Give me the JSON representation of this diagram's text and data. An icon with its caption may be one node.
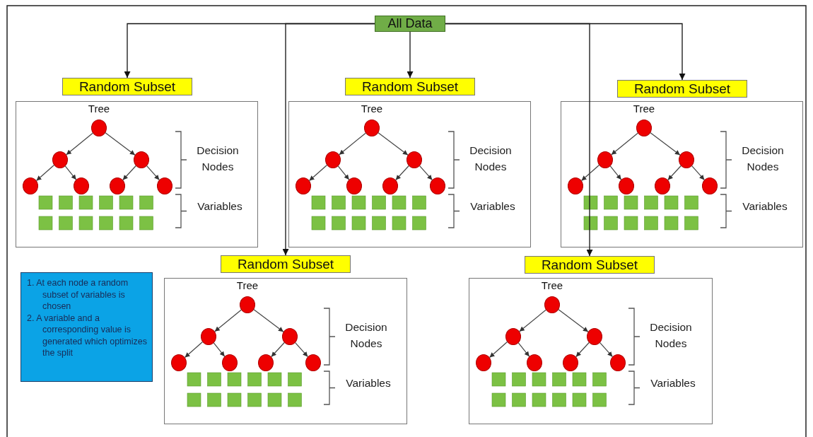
{
  "diagram": {
    "nodes": [
      {
        "text": [
          "All Data"
        ]
      },
      {
        "text": [
          "Random Subset"
        ]
      },
      {
        "text": [],
        "shape": "box"
      },
      {
        "text": [],
        "shape": "circle",
        "in": 2,
        "beside": [
          "Tree"
        ]
      },
      {
        "text": [],
        "shape": "circle",
        "in": 2
      },
      {
        "text": [],
        "shape": "circle",
        "in": 2
      },
      {
        "text": [],
        "shape": "circle",
        "in": 2
      },
      {
        "text": [],
        "shape": "circle",
        "in": 2
      },
      {
        "text": [],
        "shape": "circle",
        "in": 2
      },
      {
        "text": [],
        "shape": "circle",
        "in": 2
      },
      {
        "text": [
          "Random Subset"
        ]
      },
      {
        "text": [],
        "shape": "box"
      },
      {
        "text": [],
        "shape": "circle",
        "in": 11,
        "beside": [
          "Tree"
        ]
      },
      {
        "text": [],
        "shape": "circle",
        "in": 11
      },
      {
        "text": [],
        "shape": "circle",
        "in": 11
      },
      {
        "text": [],
        "shape": "circle",
        "in": 11
      },
      {
        "text": [],
        "shape": "circle",
        "in": 11
      },
      {
        "text": [],
        "shape": "circle",
        "in": 11
      },
      {
        "text": [],
        "shape": "circle",
        "in": 11
      },
      {
        "text": [
          "Random Subset"
        ]
      },
      {
        "text": [],
        "shape": "box"
      },
      {
        "text": [],
        "shape": "circle",
        "in": 20,
        "beside": [
          "Tree"
        ]
      },
      {
        "text": [],
        "shape": "circle",
        "in": 20
      },
      {
        "text": [],
        "shape": "circle",
        "in": 20
      },
      {
        "text": [],
        "shape": "circle",
        "in": 20
      },
      {
        "text": [],
        "shape": "circle",
        "in": 20
      },
      {
        "text": [],
        "shape": "circle",
        "in": 20
      },
      {
        "text": [],
        "shape": "circle",
        "in": 20
      },
      {
        "text": [
          "1. At each node a random subset of variables is chosen",
          "2. A variable and a corresponding value is generated which optimizes the split"
        ]
      },
      {
        "text": [
          "Random Subset"
        ]
      },
      {
        "text": [],
        "shape": "box"
      },
      {
        "text": [],
        "shape": "circle",
        "in": 30,
        "beside": [
          "Tree"
        ]
      },
      {
        "text": [],
        "shape": "circle",
        "in": 30
      },
      {
        "text": [],
        "shape": "circle",
        "in": 30
      },
      {
        "text": [],
        "shape": "circle",
        "in": 30
      },
      {
        "text": [],
        "shape": "circle",
        "in": 30
      },
      {
        "text": [],
        "shape": "circle",
        "in": 30
      },
      {
        "text": [],
        "shape": "circle",
        "in": 30
      },
      {
        "text": [
          "Random Subset"
        ]
      },
      {
        "text": [],
        "shape": "box"
      },
      {
        "text": [],
        "shape": "circle",
        "in": 39,
        "beside": [
          "Tree"
        ]
      },
      {
        "text": [],
        "shape": "circle",
        "in": 39
      },
      {
        "text": [],
        "shape": "circle",
        "in": 39
      },
      {
        "text": [],
        "shape": "circle",
        "in": 39
      },
      {
        "text": [],
        "shape": "circle",
        "in": 39
      },
      {
        "text": [],
        "shape": "circle",
        "in": 39
      },
      {
        "text": [],
        "shape": "circle",
        "in": 39
      }
    ],
    "edges": [
      {
        "from": 0,
        "to": 1,
        "arrow": "to"
      },
      {
        "from": 0,
        "to": 10,
        "arrow": "to"
      },
      {
        "from": 0,
        "to": 19,
        "arrow": "to"
      },
      {
        "from": 0,
        "to": 29,
        "arrow": "to"
      },
      {
        "from": 0,
        "to": 38,
        "arrow": "to"
      },
      {
        "from": 3,
        "to": 4,
        "arrow": "to"
      },
      {
        "from": 3,
        "to": 5,
        "arrow": "to"
      },
      {
        "from": 4,
        "to": 6,
        "arrow": "to"
      },
      {
        "from": 4,
        "to": 7,
        "arrow": "to"
      },
      {
        "from": 5,
        "to": 8,
        "arrow": "to"
      },
      {
        "from": 5,
        "to": 9,
        "arrow": "to"
      },
      {
        "from": 12,
        "to": 13,
        "arrow": "to"
      },
      {
        "from": 12,
        "to": 14,
        "arrow": "to"
      },
      {
        "from": 13,
        "to": 15,
        "arrow": "to"
      },
      {
        "from": 13,
        "to": 16,
        "arrow": "to"
      },
      {
        "from": 14,
        "to": 17,
        "arrow": "to"
      },
      {
        "from": 14,
        "to": 18,
        "arrow": "to"
      },
      {
        "from": 21,
        "to": 22,
        "arrow": "to"
      },
      {
        "from": 21,
        "to": 23,
        "arrow": "to"
      },
      {
        "from": 22,
        "to": 24,
        "arrow": "to"
      },
      {
        "from": 22,
        "to": 25,
        "arrow": "to"
      },
      {
        "from": 23,
        "to": 26,
        "arrow": "to"
      },
      {
        "from": 23,
        "to": 27,
        "arrow": "to"
      },
      {
        "from": 31,
        "to": 32,
        "arrow": "to"
      },
      {
        "from": 31,
        "to": 33,
        "arrow": "to"
      },
      {
        "from": 32,
        "to": 34,
        "arrow": "to"
      },
      {
        "from": 32,
        "to": 35,
        "arrow": "to"
      },
      {
        "from": 33,
        "to": 36,
        "arrow": "to"
      },
      {
        "from": 33,
        "to": 37,
        "arrow": "to"
      },
      {
        "from": 40,
        "to": 41,
        "arrow": "to"
      },
      {
        "from": 40,
        "to": 42,
        "arrow": "to"
      },
      {
        "from": 41,
        "to": 43,
        "arrow": "to"
      },
      {
        "from": 41,
        "to": 44,
        "arrow": "to"
      },
      {
        "from": 42,
        "to": 45,
        "arrow": "to"
      },
      {
        "from": 42,
        "to": 46,
        "arrow": "to"
      }
    ],
    "labels": [
      "Decision Nodes",
      "Variables",
      "Decision Nodes",
      "Variables",
      "Decision Nodes",
      "Variables",
      "Decision Nodes",
      "Variables",
      "Decision Nodes",
      "Variables"
    ]
  }
}
